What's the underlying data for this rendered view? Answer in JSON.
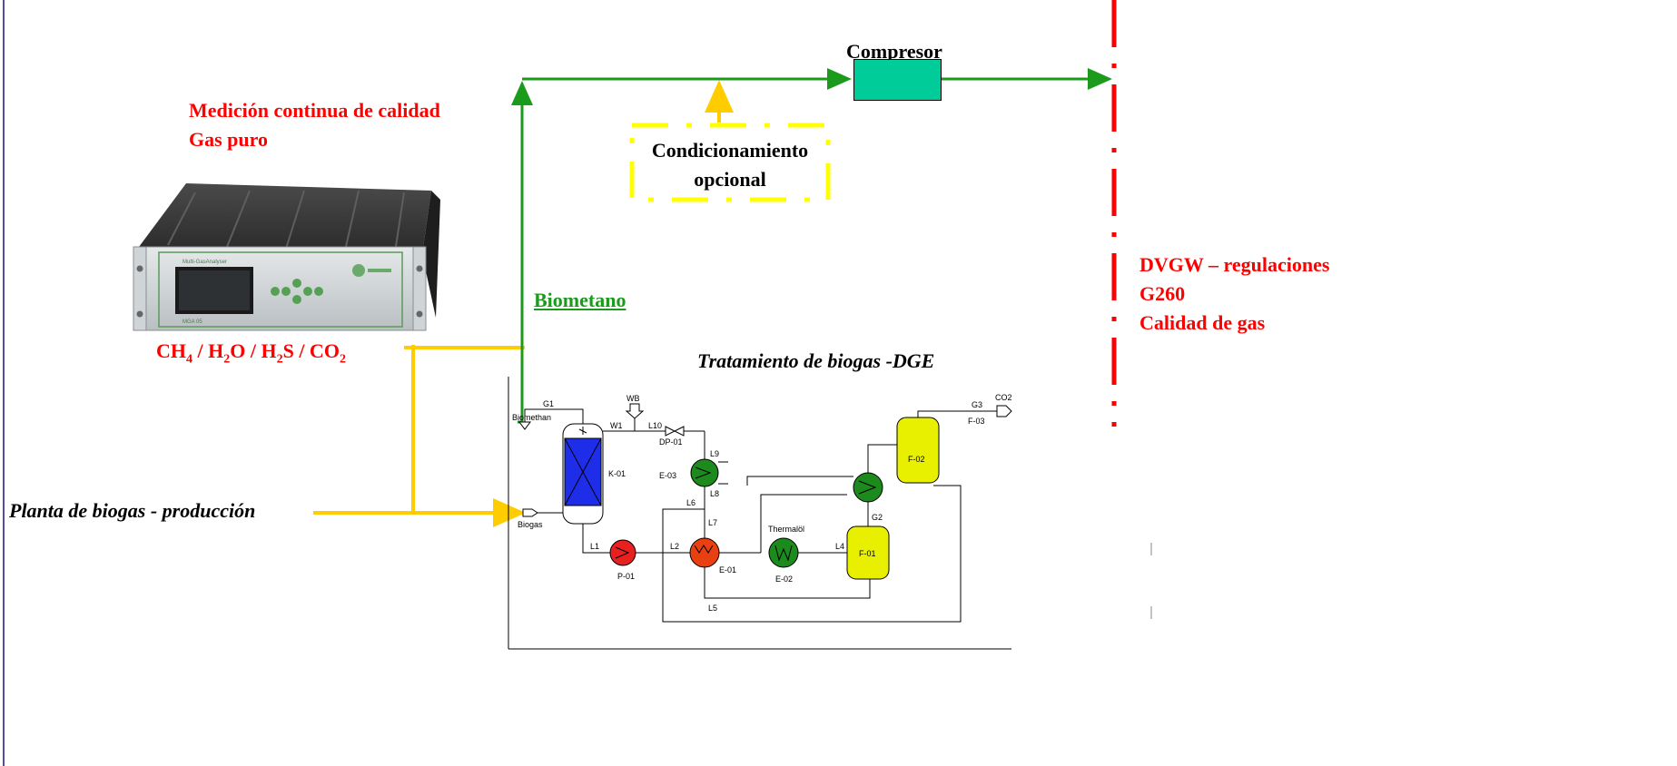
{
  "measurement": {
    "line1": "Medición continua de calidad",
    "line2": "Gas puro"
  },
  "formula": {
    "p1": "CH",
    "s1": "4",
    "p2": " / H",
    "s2": "2",
    "p3": "O / H",
    "s3": "2",
    "p4": "S / CO",
    "s4": "2"
  },
  "compressor_label": "Compresor",
  "conditioning": {
    "line1": "Condicionamiento",
    "line2": "opcional"
  },
  "biomethane_label": "Biometano",
  "treatment_label": "Tratamiento de biogas -DGE",
  "plant_label": "Planta de biogas - producción",
  "regulations": {
    "line1": "DVGW – regulaciones",
    "line2": "G260",
    "line3": "Calidad de gas"
  },
  "analyzer": {
    "brand": "Multi-GasAnalyser",
    "model": "MGA 05"
  },
  "pid": {
    "streams": [
      "G1",
      "WB",
      "W1",
      "L10",
      "DP-01",
      "L9",
      "E-03",
      "L8",
      "L6",
      "L7",
      "K-01",
      "Biomethan",
      "Biogas",
      "L1",
      "P-01",
      "L2",
      "E-01",
      "L5",
      "Thermalöl",
      "E-02",
      "L4",
      "F-01",
      "G2",
      "F-02",
      "G3",
      "CO2",
      "F-03"
    ]
  },
  "colors": {
    "red": "#ff0000",
    "green_line": "#1c9a1c",
    "yellow_line": "#ffcc00",
    "compressor": "#00cc99",
    "dash_yellow": "#ffff00",
    "dvgw_dash": "#ff0000"
  }
}
